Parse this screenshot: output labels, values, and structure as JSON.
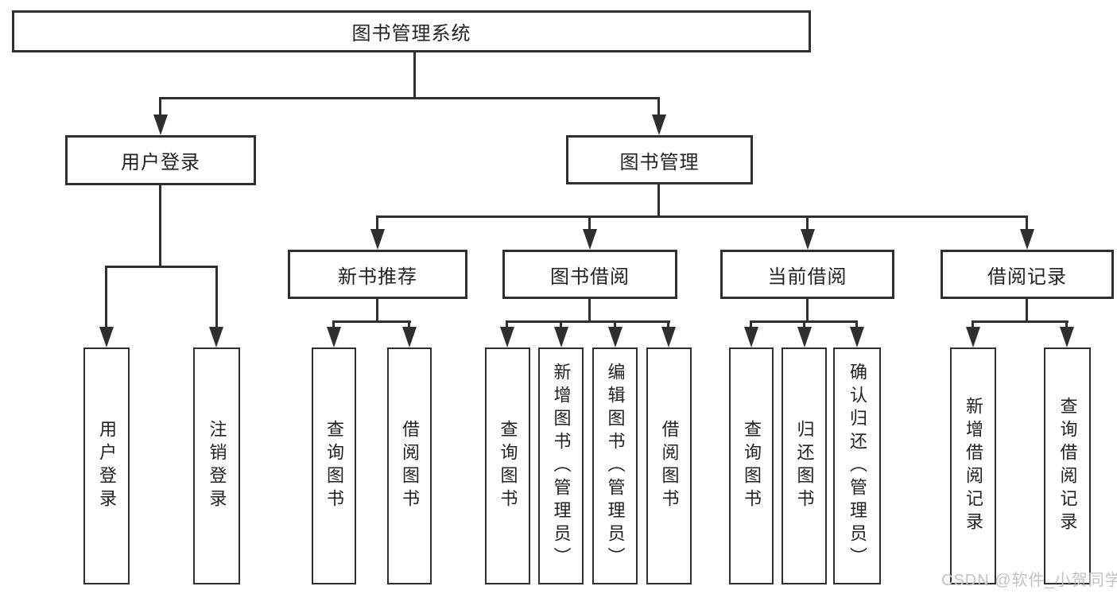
{
  "diagram": {
    "root": {
      "label": "图书管理系统"
    },
    "level2": [
      {
        "label": "用户登录"
      },
      {
        "label": "图书管理"
      }
    ],
    "level3": [
      {
        "label": "新书推荐"
      },
      {
        "label": "图书借阅"
      },
      {
        "label": "当前借阅"
      },
      {
        "label": "借阅记录"
      }
    ],
    "leaves": [
      {
        "label": "用户登录"
      },
      {
        "label": "注销登录"
      },
      {
        "label": "查询图书"
      },
      {
        "label": "借阅图书"
      },
      {
        "label": "查询图书"
      },
      {
        "label": "新增图书（管理员）"
      },
      {
        "label": "编辑图书（管理员）"
      },
      {
        "label": "借阅图书"
      },
      {
        "label": "查询图书"
      },
      {
        "label": "归还图书"
      },
      {
        "label": "确认归还（管理员）"
      },
      {
        "label": "新增借阅记录"
      },
      {
        "label": "查询借阅记录"
      }
    ],
    "watermark": "CSDN @软件_小贺同学",
    "colors": {
      "line": "#2f2f2f",
      "text": "#222222",
      "background": "#ffffff",
      "watermark": "#c2c2c2"
    }
  }
}
